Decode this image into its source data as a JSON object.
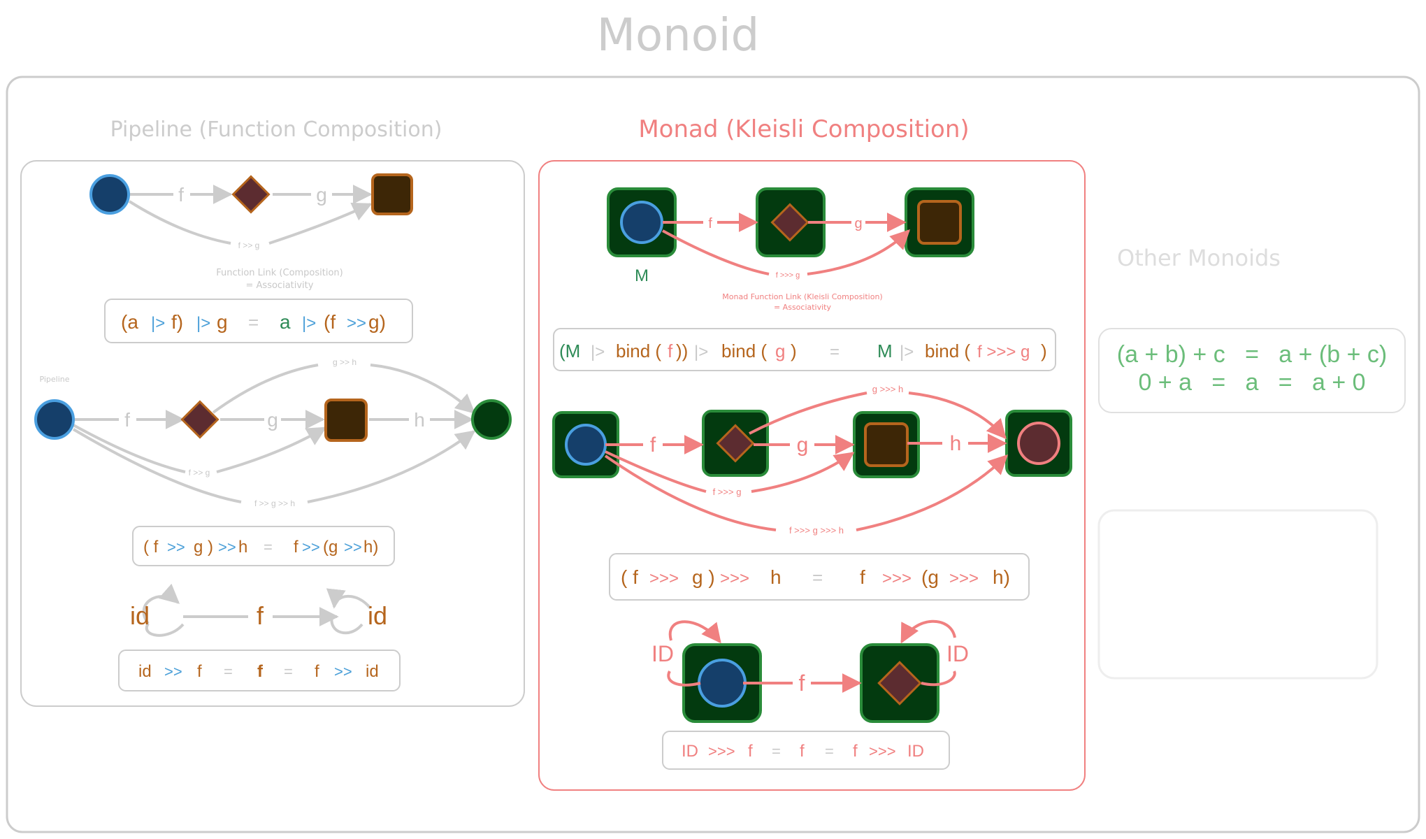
{
  "title": "Monoid",
  "colors": {
    "frame_gray": "#cccccc",
    "label_gray": "#c8c8c8",
    "monad_red": "#f08080",
    "brown": "#b5651d",
    "green": "#2e8b57",
    "blue_op": "#4a9fd8",
    "node_blue": "#153f6a",
    "node_blue_stroke": "#4a9fe0",
    "node_brown": "#3d2606",
    "node_maroon": "#5c2c30",
    "node_green_bg": "#033a0f",
    "node_green_stroke": "#2a8c3a",
    "other_green": "#6bbd7a"
  },
  "pipeline": {
    "title": "Pipeline (Function Composition)",
    "diagram1": {
      "edge_f": "f",
      "edge_g": "g",
      "edge_fg": "f >> g",
      "caption_line1": "Function Link (Composition)",
      "caption_line2": "=  Associativity"
    },
    "eq1": {
      "p1": "(a",
      "op1": "|>",
      "p2": "f)",
      "op2": "|>",
      "p3": "g",
      "eq": "=",
      "p4": "a",
      "op3": "|>",
      "p5": "(f",
      "op4": ">>",
      "p6": "g)"
    },
    "diagram2": {
      "small_label": "Pipeline",
      "edge_f": "f",
      "edge_g": "g",
      "edge_h": "h",
      "edge_gh": "g >> h",
      "edge_fg": "f >> g",
      "edge_fgh": "f >> g >> h"
    },
    "eq2": {
      "p1": "( f",
      "op1": ">>",
      "p2": "g )",
      "op2": ">>",
      "p3": "h",
      "eq": "=",
      "p4": "f",
      "op3": ">>",
      "p5": "(g",
      "op4": ">>",
      "p6": "h)"
    },
    "diagram3": {
      "id_left": "id",
      "f": "f",
      "id_right": "id"
    },
    "eq3": {
      "p1": "id",
      "op1": ">>",
      "p2": "f",
      "eq1": "=",
      "p3": "f",
      "eq2": "=",
      "p4": "f",
      "op2": ">>",
      "p5": "id"
    }
  },
  "monad": {
    "title": "Monad (Kleisli Composition)",
    "diagram1": {
      "node_label": "M",
      "edge_f": "f",
      "edge_g": "g",
      "edge_fg": "f >>> g",
      "caption_line1": "Monad Function Link (Kleisli Composition)",
      "caption_line2": "=  Associativity"
    },
    "eq1": {
      "p1": "(M",
      "op1": "|>",
      "p2": "bind (",
      "p3": "f",
      "p4": "))",
      "op2": "|>",
      "p5": "bind (",
      "p6": "g",
      "p7": ")",
      "eq": "=",
      "p8": "M",
      "op3": "|>",
      "p9": "bind (",
      "p10": "f >>> g",
      "p11": ")"
    },
    "diagram2": {
      "edge_f": "f",
      "edge_g": "g",
      "edge_h": "h",
      "edge_gh": "g >>> h",
      "edge_fg": "f >>> g",
      "edge_fgh": "f >>> g >>> h"
    },
    "eq2": {
      "p1": "( f",
      "op1": ">>>",
      "p2": "g )",
      "op2": ">>>",
      "p3": "h",
      "eq": "=",
      "p4": "f",
      "op3": ">>>",
      "p5": "(g",
      "op4": ">>>",
      "p6": "h)"
    },
    "diagram3": {
      "id_left": "ID",
      "f": "f",
      "id_right": "ID"
    },
    "eq3": {
      "p1": "ID",
      "op1": ">>>",
      "p2": "f",
      "eq1": "=",
      "p3": "f",
      "eq2": "=",
      "p4": "f",
      "op2": ">>>",
      "p5": "ID"
    }
  },
  "other": {
    "title": "Other Monoids",
    "line1": "(a + b) + c   =   a + (b + c)",
    "line2": "0 + a   =   a   =   a + 0"
  }
}
